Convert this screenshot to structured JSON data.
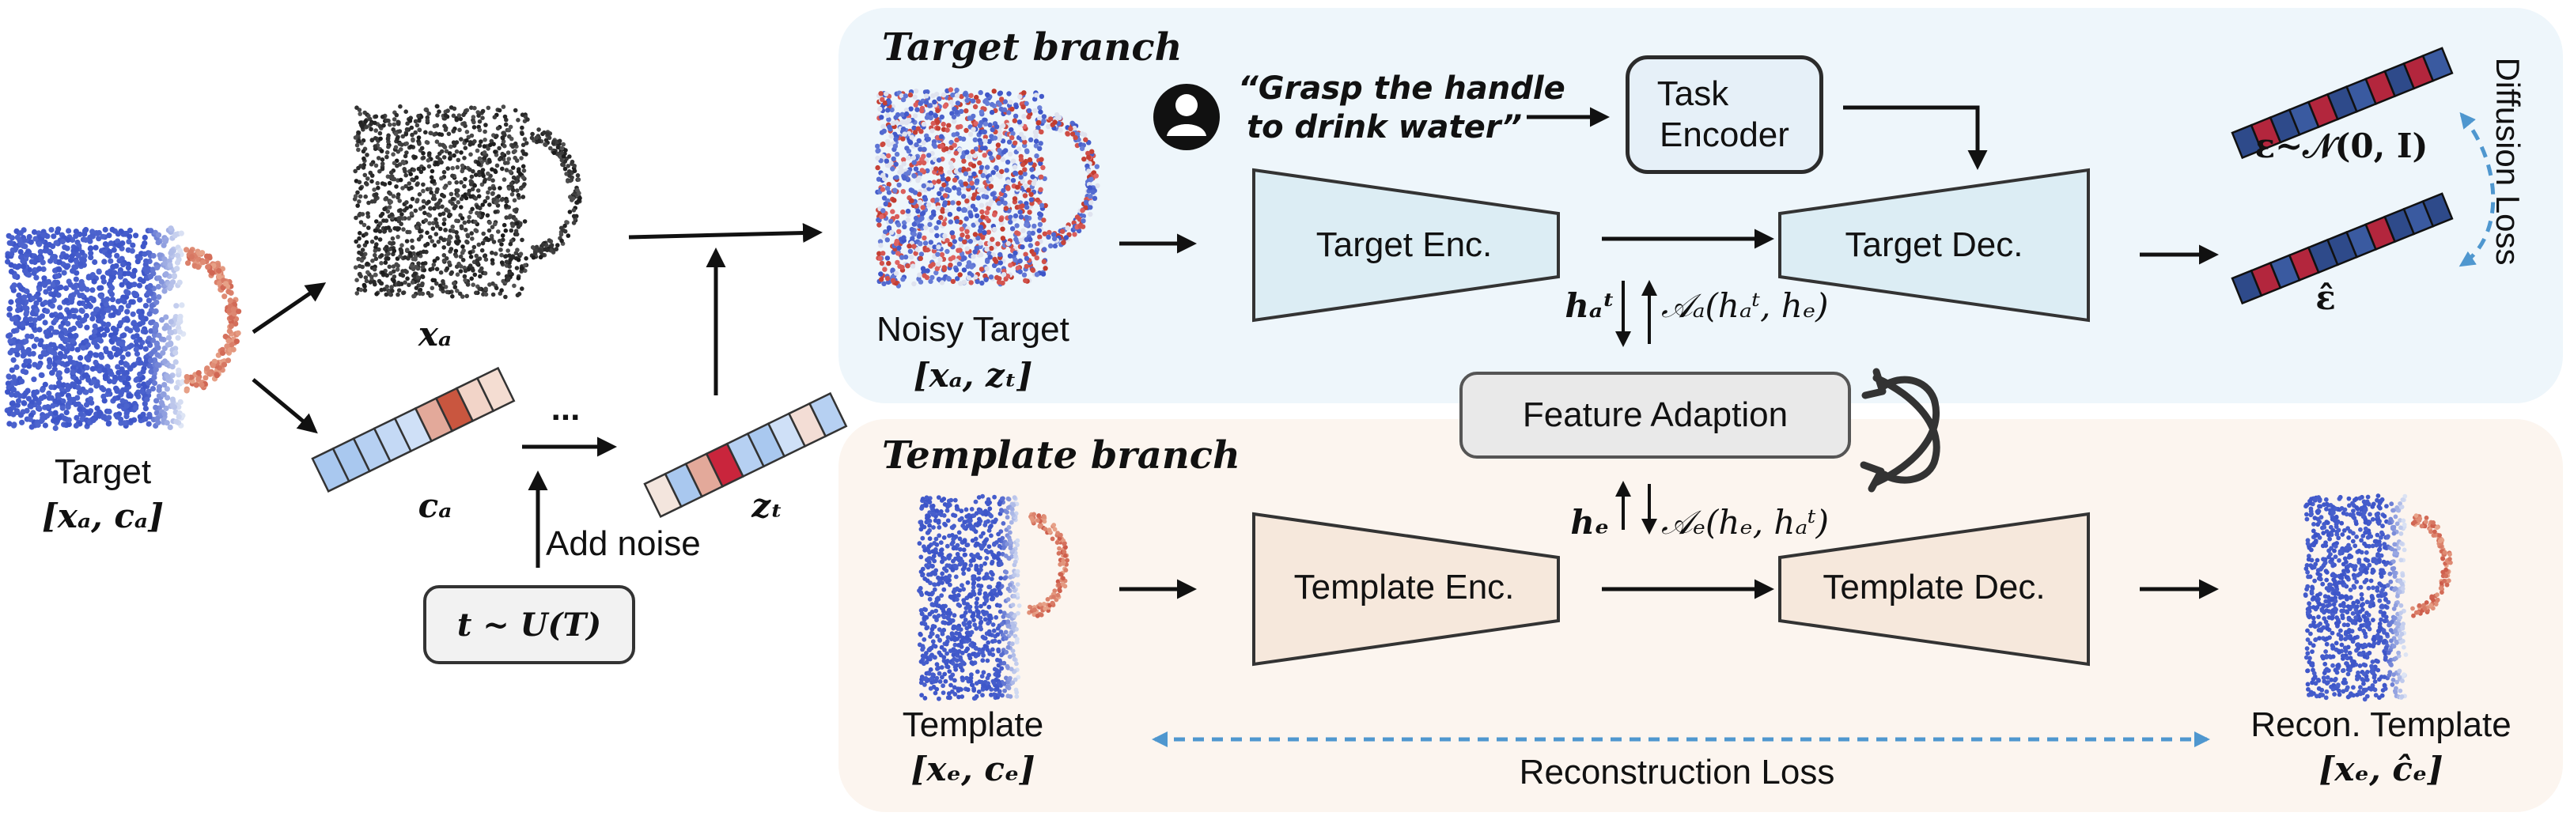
{
  "branches": {
    "target_title": "Target branch",
    "template_title": "Template branch"
  },
  "input": {
    "target_label": "Target",
    "target_tuple": "[xₐ, cₐ]",
    "x_a_label": "xₐ",
    "c_a_label": "cₐ",
    "z_t_label": "zₜ",
    "ellipsis": "...",
    "add_noise": "Add noise",
    "t_sample": "t ~ U(T)"
  },
  "instruction": {
    "line1": "“Grasp the handle",
    "line2": "to drink water”"
  },
  "task_encoder": {
    "line1": "Task",
    "line2": "Encoder"
  },
  "target_branch": {
    "noisy_label": "Noisy Target",
    "noisy_tuple": "[xₐ, zₜ]",
    "encoder": "Target Enc.",
    "decoder": "Target Dec.",
    "h_a_t": "hₐᵗ",
    "attention_a": "𝒜ₐ(hₐᵗ, hₑ)",
    "eps_label": "ε~𝒩(0, I)",
    "eps_hat_label": "ε̂",
    "diffusion_loss": "Diffusion Loss"
  },
  "feature_adaption": "Feature Adaption",
  "template_branch": {
    "template_label": "Template",
    "template_tuple": "[xₑ, cₑ]",
    "encoder": "Template Enc.",
    "decoder": "Template Dec.",
    "h_e": "hₑ",
    "attention_e": "𝒜ₑ(hₑ, hₐᵗ)",
    "recon_label": "Recon. Template",
    "recon_tuple": "[xₑ, ĉₑ]",
    "recon_loss": "Reconstruction Loss"
  },
  "colors": {
    "target_panel": "#eef6fb",
    "template_panel": "#fcf5ef",
    "enc_blue_fill": "#dcedf4",
    "enc_peach_fill": "#f6e8dc",
    "loss_arrow": "#4f97cf",
    "point_blue": "#3c54c8",
    "point_red": "#c0392b"
  },
  "icons": [
    "user-icon",
    "lock-icon",
    "swap-arrows-icon"
  ]
}
